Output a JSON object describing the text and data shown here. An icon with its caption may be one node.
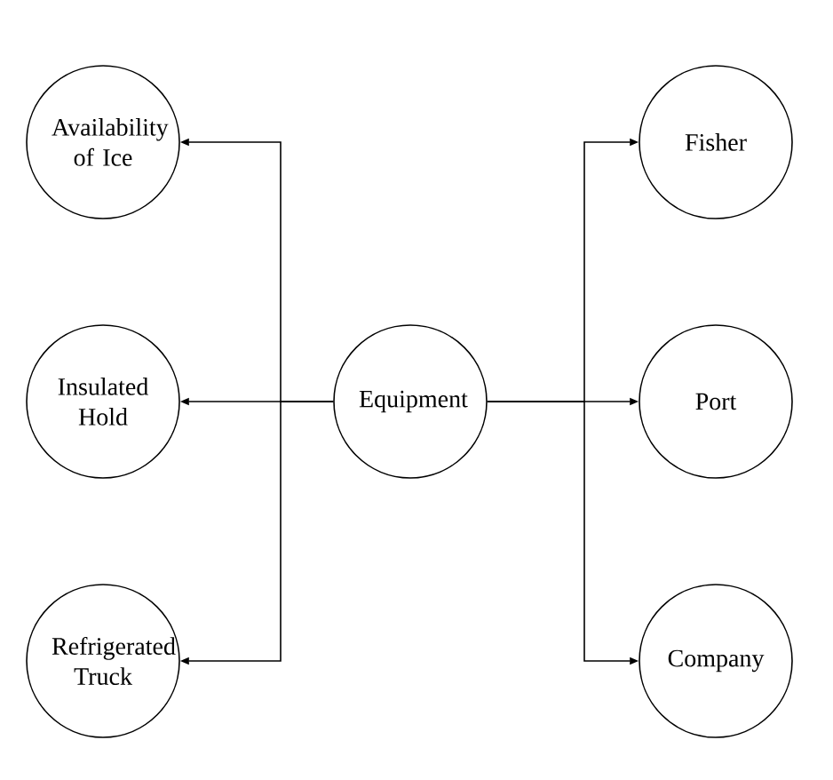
{
  "diagram": {
    "nodes": [
      {
        "text": [
          "Availability of Ice"
        ]
      },
      {
        "text": [
          "Fisher"
        ]
      },
      {
        "text": [
          "Insulated Hold"
        ]
      },
      {
        "text": [
          "Equipment"
        ]
      },
      {
        "text": [
          "Port"
        ]
      },
      {
        "text": [
          "Refrigerated Truck"
        ]
      },
      {
        "text": [
          "Company"
        ]
      }
    ],
    "edges": [
      {
        "from": 3,
        "to": 0,
        "arrow": "to"
      },
      {
        "from": 3,
        "to": 2,
        "arrow": "to"
      },
      {
        "from": 3,
        "to": 5,
        "arrow": "to"
      },
      {
        "from": 3,
        "to": 1,
        "arrow": "to"
      },
      {
        "from": 3,
        "to": 4,
        "arrow": "to"
      },
      {
        "from": 3,
        "to": 6,
        "arrow": "to"
      }
    ]
  }
}
